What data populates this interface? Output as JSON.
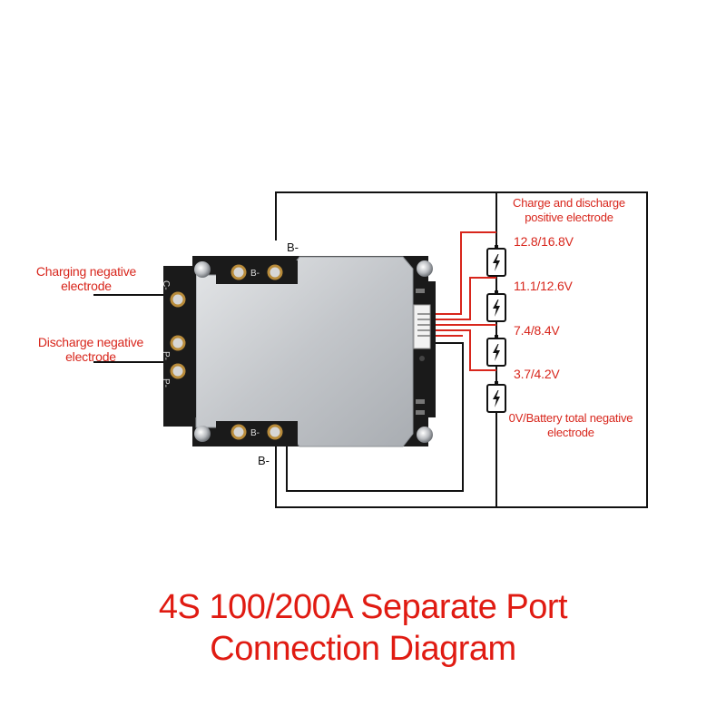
{
  "title": {
    "line1": "4S 100/200A Separate Port",
    "line2": "Connection Diagram"
  },
  "labels": {
    "b_minus_top": "B-",
    "b_minus_bottom": "B-",
    "charging_negative": "Charging negative electrode",
    "discharge_negative": "Discharge negative electrode",
    "charge_discharge_positive": "Charge and discharge positive electrode",
    "battery_total_negative": "0V/Battery total negative electrode"
  },
  "voltage_taps": [
    "12.8/16.8V",
    "11.1/12.6V",
    "7.4/8.4V",
    "3.7/4.2V"
  ],
  "board_silkscreen": {
    "c": "C-",
    "p1": "P-",
    "p2": "P-",
    "b_top": "B-",
    "b_bottom": "B-"
  },
  "colors": {
    "accent_red": "#e01b12",
    "wire_red": "#d8261c",
    "wire_black": "#111111",
    "board_black": "#1a1a1a",
    "heatsink": "#c9ccd0"
  },
  "icons": [
    "battery-cell-icon",
    "lightning-bolt-icon",
    "bms-board-image"
  ]
}
